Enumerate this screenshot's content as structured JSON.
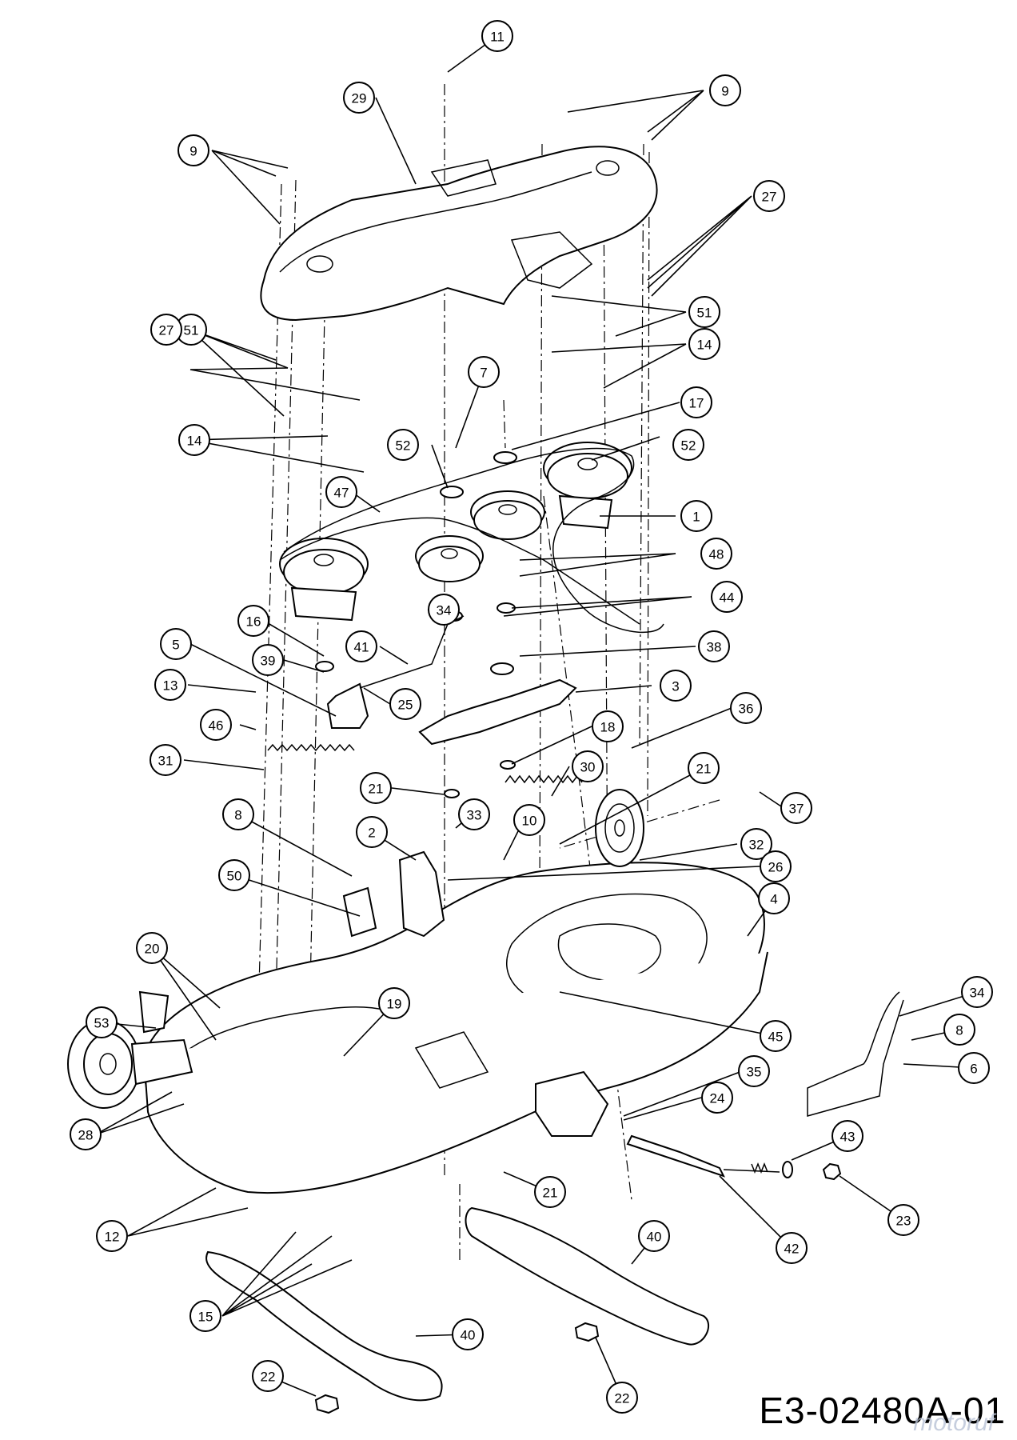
{
  "drawing_number": "E3-02480A-01",
  "watermark": "motoruf",
  "callouts": [
    {
      "label": "11"
    },
    {
      "label": "9"
    },
    {
      "label": "29"
    },
    {
      "label": "9"
    },
    {
      "label": "27"
    },
    {
      "label": "51"
    },
    {
      "label": "14"
    },
    {
      "label": "27"
    },
    {
      "label": "51"
    },
    {
      "label": "14"
    },
    {
      "label": "7"
    },
    {
      "label": "17"
    },
    {
      "label": "52"
    },
    {
      "label": "52"
    },
    {
      "label": "47"
    },
    {
      "label": "1"
    },
    {
      "label": "48"
    },
    {
      "label": "44"
    },
    {
      "label": "16"
    },
    {
      "label": "34"
    },
    {
      "label": "41"
    },
    {
      "label": "38"
    },
    {
      "label": "5"
    },
    {
      "label": "39"
    },
    {
      "label": "3"
    },
    {
      "label": "13"
    },
    {
      "label": "25"
    },
    {
      "label": "36"
    },
    {
      "label": "46"
    },
    {
      "label": "18"
    },
    {
      "label": "31"
    },
    {
      "label": "30"
    },
    {
      "label": "21"
    },
    {
      "label": "21"
    },
    {
      "label": "33"
    },
    {
      "label": "10"
    },
    {
      "label": "37"
    },
    {
      "label": "8"
    },
    {
      "label": "2"
    },
    {
      "label": "32"
    },
    {
      "label": "26"
    },
    {
      "label": "50"
    },
    {
      "label": "4"
    },
    {
      "label": "20"
    },
    {
      "label": "19"
    },
    {
      "label": "45"
    },
    {
      "label": "34"
    },
    {
      "label": "53"
    },
    {
      "label": "8"
    },
    {
      "label": "6"
    },
    {
      "label": "35"
    },
    {
      "label": "24"
    },
    {
      "label": "28"
    },
    {
      "label": "43"
    },
    {
      "label": "21"
    },
    {
      "label": "23"
    },
    {
      "label": "12"
    },
    {
      "label": "42"
    },
    {
      "label": "40"
    },
    {
      "label": "15"
    },
    {
      "label": "40"
    },
    {
      "label": "22"
    },
    {
      "label": "22"
    }
  ]
}
